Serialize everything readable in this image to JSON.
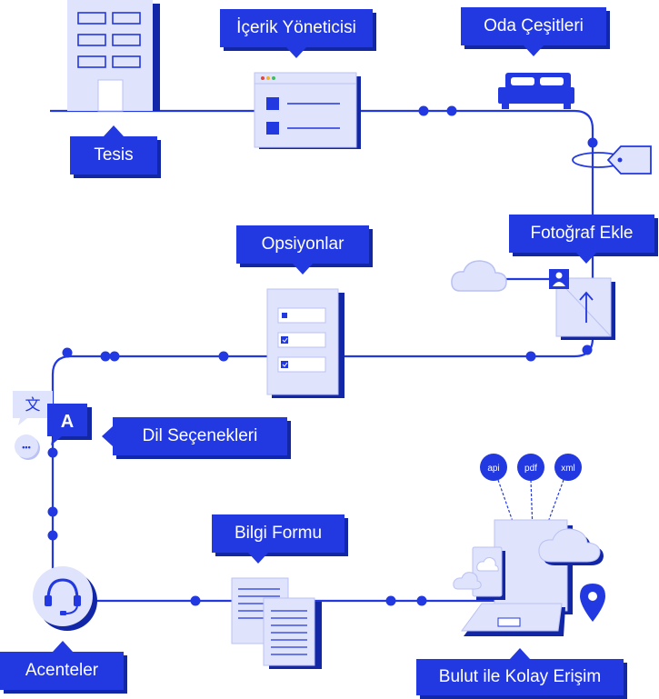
{
  "labels": {
    "tesis": "Tesis",
    "icerik": "İçerik Yöneticisi",
    "oda": "Oda Çeşitleri",
    "fotograf": "Fotoğraf Ekle",
    "opsiyonlar": "Opsiyonlar",
    "dil": "Dil Seçenekleri",
    "bilgi": "Bilgi Formu",
    "acenteler": "Acenteler",
    "bulut": "Bulut ile Kolay Erişim"
  },
  "badges": {
    "api": "api",
    "pdf": "pdf",
    "xml": "xml"
  },
  "translate": {
    "source_glyph": "文",
    "target_glyph": "A",
    "more": "•••"
  },
  "colors": {
    "primary": "#2238e0",
    "shadow": "#1226a8",
    "light": "#dfe3fb",
    "mid": "#b9c1f5",
    "white": "#ffffff"
  }
}
